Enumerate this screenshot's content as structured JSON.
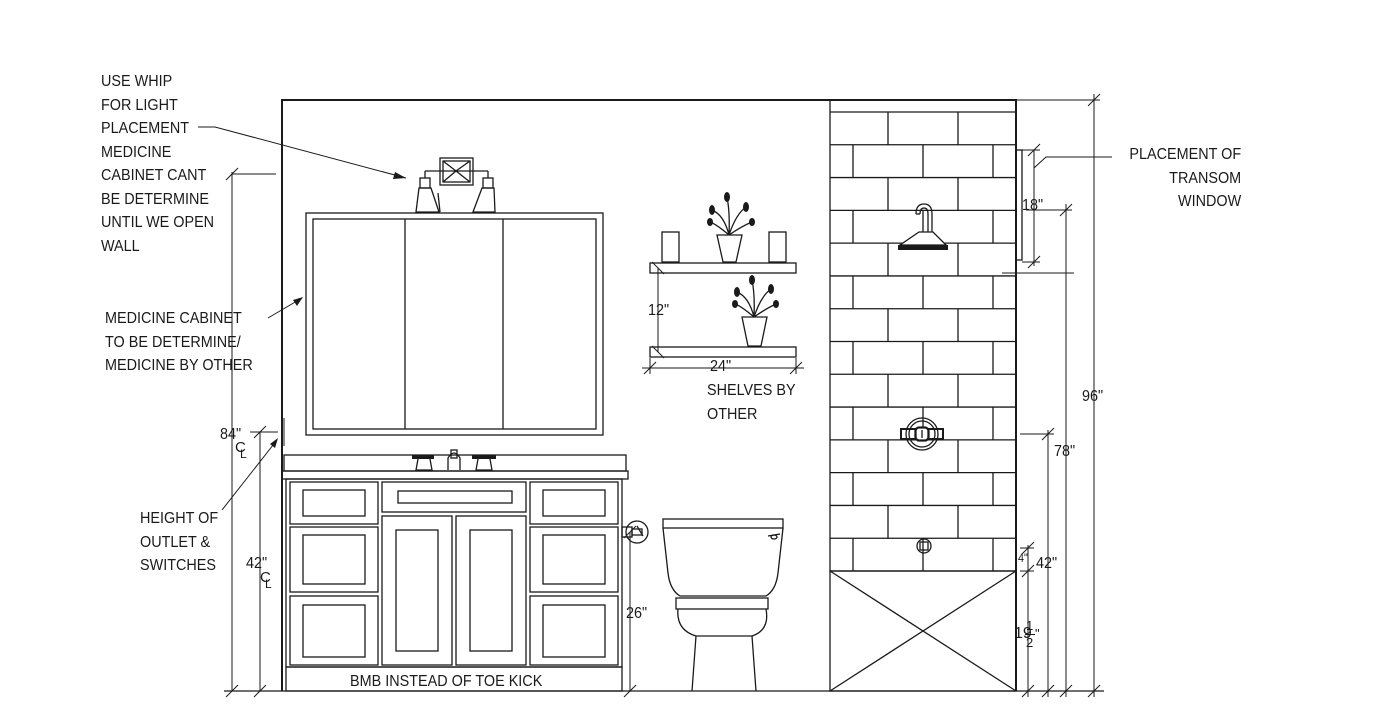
{
  "notes": {
    "whip": "USE WHIP\nFOR LIGHT\nPLACEMENT\nMEDICINE\nCABINET CANT\nBE DETERMINE\nUNTIL WE OPEN\nWALL",
    "cabinet": "MEDICINE CABINET\nTO BE DETERMINE/\nMEDICINE BY OTHER",
    "outlet": "HEIGHT OF\nOUTLET &\nSWITCHES",
    "shelves": "SHELVES BY\nOTHER",
    "transom": "PLACEMENT OF\nTRANSOM\nWINDOW",
    "bmb": "BMB INSTEAD OF TOE KICK"
  },
  "dimensions": {
    "d84": "84\"",
    "d42_left": "42\"",
    "d12": "12\"",
    "d24": "24\"",
    "d26": "26\"",
    "d18": "18\"",
    "d96": "96\"",
    "d78": "78\"",
    "d4": "4\"",
    "d42_right": "42\"",
    "d19_whole": "19",
    "d19_num": "1",
    "d19_den": "2",
    "d19_unit": "\""
  },
  "symbols": {
    "centerline": "C",
    "centerline_sub": "L"
  }
}
